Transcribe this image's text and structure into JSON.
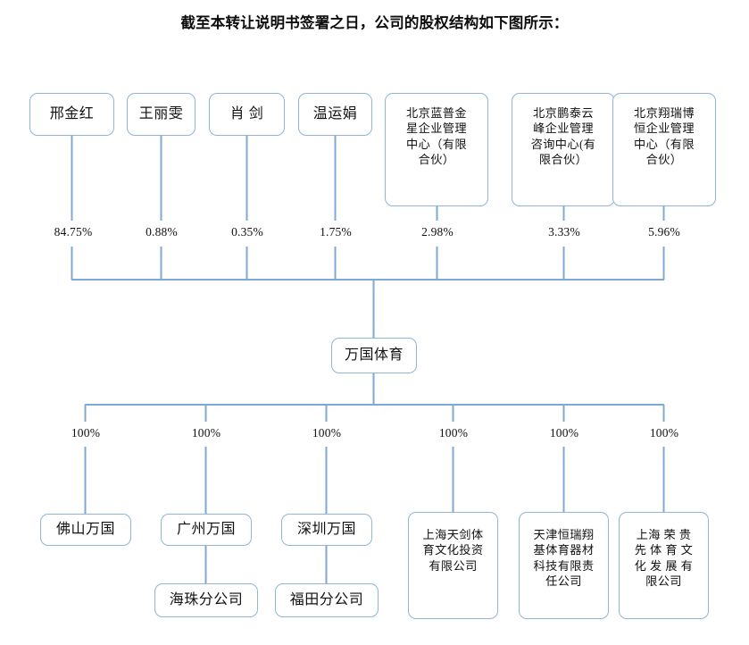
{
  "title": "截至本转让说明书签署之日，公司的股权结构如下图所示：",
  "colors": {
    "box_border": "#8fb5da",
    "connector": "#7fa8d4",
    "text": "#111111",
    "background": "#ffffff"
  },
  "shareholders": [
    {
      "name": "邢金红",
      "percent": "84.75%",
      "type": "individual"
    },
    {
      "name": "王丽雯",
      "percent": "0.88%",
      "type": "individual"
    },
    {
      "name": "肖 剑",
      "percent": "0.35%",
      "type": "individual"
    },
    {
      "name": "温运娟",
      "percent": "1.75%",
      "type": "individual"
    },
    {
      "name": "北京蓝普金\n星企业管理\n中心（有限\n合伙）",
      "percent": "2.98%",
      "type": "partnership"
    },
    {
      "name": "北京鹏泰云\n峰企业管理\n咨询中心(有\n限合伙）",
      "percent": "3.33%",
      "type": "partnership"
    },
    {
      "name": "北京翔瑞博\n恒企业管理\n中心（有限\n合伙）",
      "percent": "5.96%",
      "type": "partnership"
    }
  ],
  "central": {
    "name": "万国体育"
  },
  "subsidiaries": [
    {
      "name": "佛山万国",
      "percent": "100%",
      "type": "short",
      "branch": null
    },
    {
      "name": "广州万国",
      "percent": "100%",
      "type": "short",
      "branch": "海珠分公司"
    },
    {
      "name": "深圳万国",
      "percent": "100%",
      "type": "short",
      "branch": "福田分公司"
    },
    {
      "name": "上海天剑体\n育文化投资\n有限公司",
      "percent": "100%",
      "type": "long",
      "branch": null
    },
    {
      "name": "天津恒瑞翔\n基体育器材\n科技有限责\n任公司",
      "percent": "100%",
      "type": "long",
      "branch": null
    },
    {
      "name": "上海 荣 贵\n先 体 育 文\n化 发 展 有\n限公司",
      "percent": "100%",
      "type": "long",
      "branch": null
    }
  ]
}
